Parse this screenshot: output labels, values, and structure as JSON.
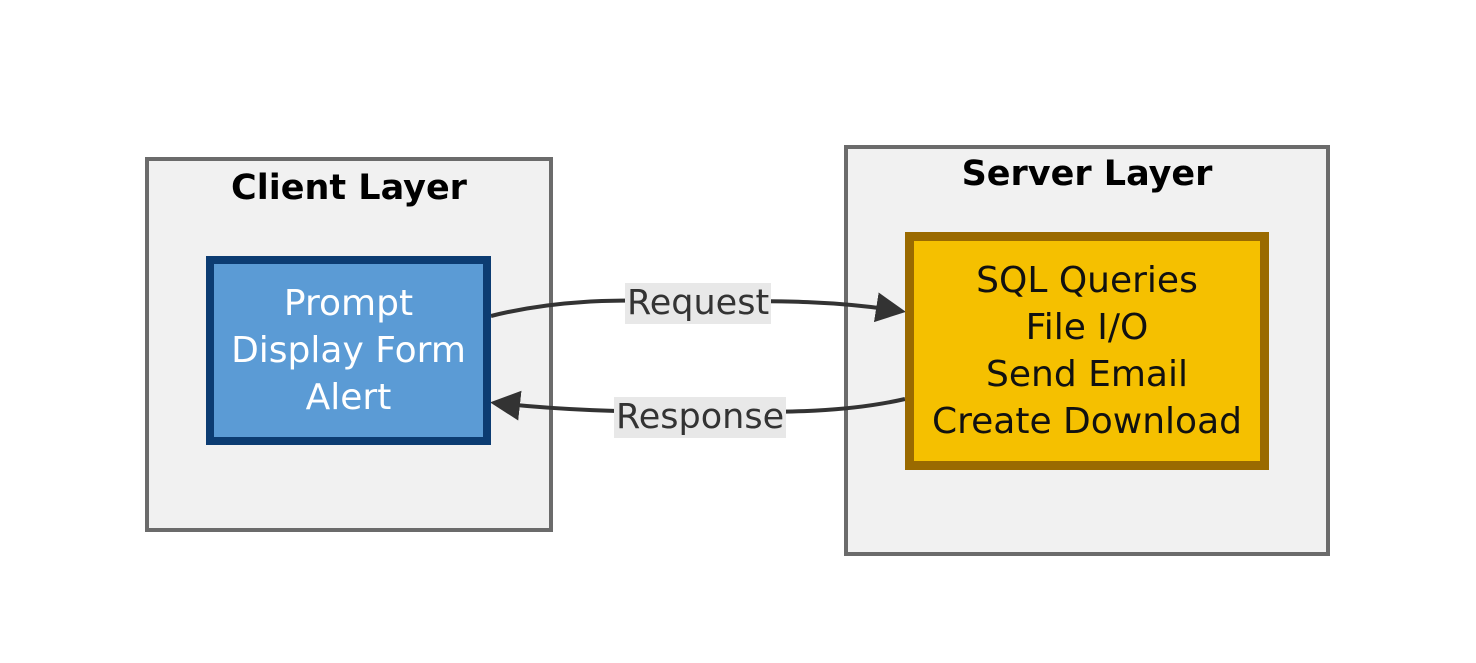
{
  "client_layer": {
    "title": "Client Layer",
    "node_lines": [
      "Prompt",
      "Display Form",
      "Alert"
    ]
  },
  "server_layer": {
    "title": "Server Layer",
    "node_lines": [
      "SQL Queries",
      "File I/O",
      "Send Email",
      "Create Download"
    ]
  },
  "edges": {
    "request_label": "Request",
    "response_label": "Response"
  },
  "colors": {
    "client_fill": "#5b9bd5",
    "client_border": "#0c3c72",
    "server_fill": "#f5c000",
    "server_border": "#9a6a00",
    "layer_fill": "#f1f1f1",
    "layer_border": "#6b6b6b",
    "edge": "#333333"
  }
}
